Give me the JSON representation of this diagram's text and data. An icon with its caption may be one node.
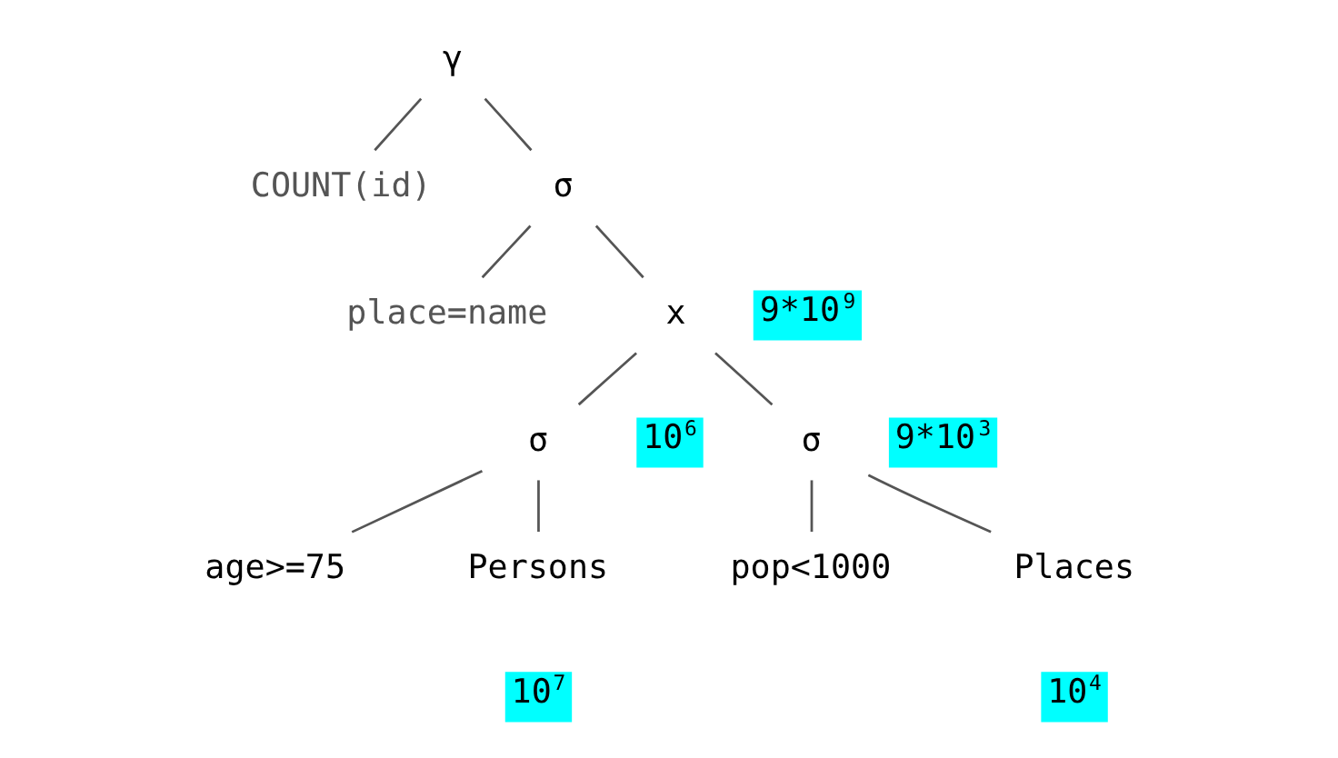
{
  "diagram": {
    "nodes": [
      {
        "text": [
          "γ"
        ]
      },
      {
        "text": [
          "COUNT(id)"
        ]
      },
      {
        "text": [
          "σ"
        ]
      },
      {
        "text": [
          "place=name"
        ]
      },
      {
        "text": [
          "x"
        ],
        "beside": [
          "9*10$^{9}$"
        ]
      },
      {
        "text": [
          "σ"
        ],
        "beside": [
          "10$^{6}$"
        ]
      },
      {
        "text": [
          "σ"
        ],
        "beside": [
          "9*10$^{3}$"
        ]
      },
      {
        "text": [
          "age>=75"
        ]
      },
      {
        "text": [
          "Persons"
        ],
        "beside": [
          "10$^{7}$"
        ]
      },
      {
        "text": [
          "pop<1000"
        ]
      },
      {
        "text": [
          "Places"
        ],
        "beside": [
          "10$^{4}$"
        ]
      }
    ],
    "edges": [
      {
        "from": 0,
        "to": 1,
        "arrow": "none"
      },
      {
        "from": 0,
        "to": 2,
        "arrow": "none"
      },
      {
        "from": 2,
        "to": 3,
        "arrow": "none"
      },
      {
        "from": 2,
        "to": 4,
        "arrow": "none"
      },
      {
        "from": 4,
        "to": 5,
        "arrow": "none"
      },
      {
        "from": 4,
        "to": 6,
        "arrow": "none"
      },
      {
        "from": 5,
        "to": 7,
        "arrow": "none"
      },
      {
        "from": 5,
        "to": 8,
        "arrow": "none"
      },
      {
        "from": 6,
        "to": 9,
        "arrow": "none"
      },
      {
        "from": 6,
        "to": 10,
        "arrow": "none"
      }
    ]
  }
}
